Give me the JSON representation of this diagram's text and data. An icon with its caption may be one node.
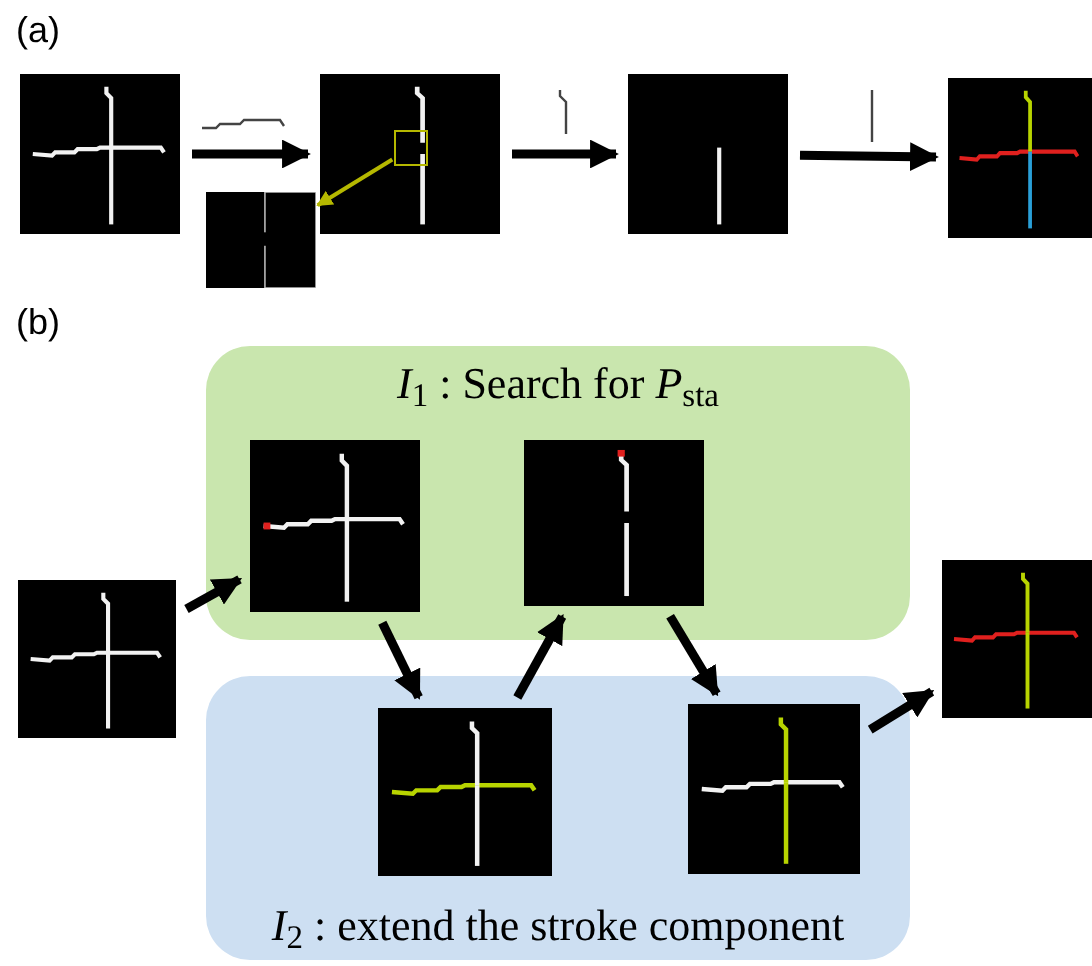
{
  "diagram": {
    "nodes": [
      {
        "text": [],
        "shape": "picture"
      },
      {
        "text": [],
        "shape": "picture"
      },
      {
        "text": [],
        "shape": "box",
        "in": 1
      },
      {
        "text": [],
        "shape": "picture"
      },
      {
        "text": [],
        "shape": "picture"
      },
      {
        "text": [],
        "shape": "picture"
      },
      {
        "text": [
          "*I*$_{1}$ : Search for *P*$_{sta}$"
        ]
      },
      {
        "text": [
          "*I*$_{2}$ : extend the stroke component"
        ]
      },
      {
        "text": [],
        "shape": "picture"
      },
      {
        "text": [],
        "shape": "picture",
        "in": 6
      },
      {
        "text": [],
        "shape": "picture",
        "in": 6
      },
      {
        "text": [],
        "shape": "picture",
        "in": 7
      },
      {
        "text": [],
        "shape": "picture",
        "in": 7
      },
      {
        "text": [],
        "shape": "picture"
      }
    ],
    "edges": [
      {
        "from": 0,
        "to": 1,
        "arrow": "to"
      },
      {
        "from": 2,
        "to": 3,
        "arrow": "to",
        "color": "#b5b800"
      },
      {
        "from": 1,
        "to": 4,
        "arrow": "to"
      },
      {
        "from": 4,
        "to": 5,
        "arrow": "to"
      },
      {
        "from": 8,
        "to": 9,
        "arrow": "to"
      },
      {
        "from": 9,
        "to": 11,
        "arrow": "to"
      },
      {
        "from": 11,
        "to": 10,
        "arrow": "to"
      },
      {
        "from": 10,
        "to": 12,
        "arrow": "to"
      },
      {
        "from": 12,
        "to": 13,
        "arrow": "to"
      }
    ],
    "labels": [
      "(a)",
      "(b)"
    ]
  }
}
